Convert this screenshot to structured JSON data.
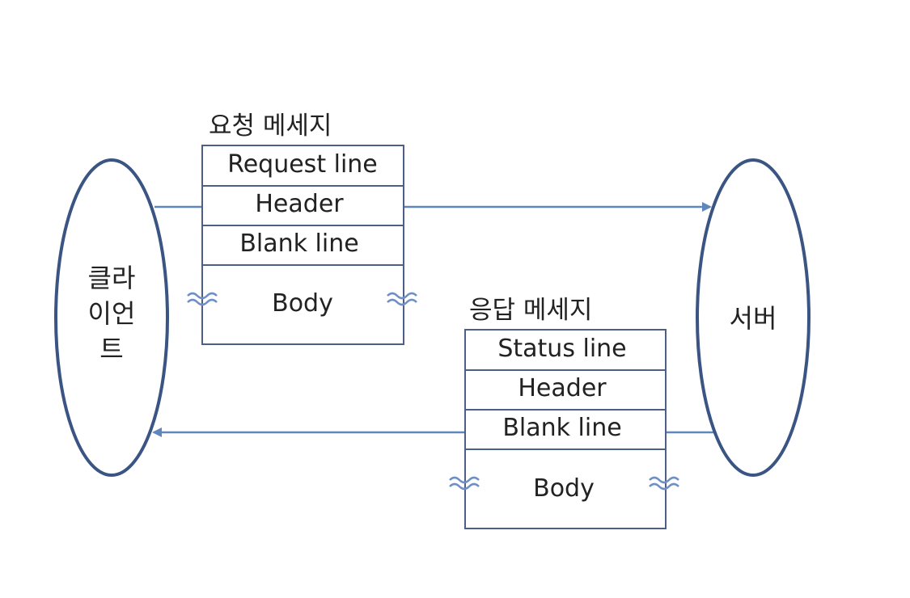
{
  "client": {
    "label_lines": [
      "클라",
      "이언",
      "트"
    ]
  },
  "server": {
    "label": "서버"
  },
  "request": {
    "title": "요청 메세지",
    "rows": [
      "Request line",
      "Header",
      "Blank line",
      "Body"
    ]
  },
  "response": {
    "title": "응답 메세지",
    "rows": [
      "Status line",
      "Header",
      "Blank line",
      "Body"
    ]
  },
  "colors": {
    "ellipse_stroke": "#3a5583",
    "arrow": "#5f87bd",
    "box_stroke": "#4c5f87",
    "wave": "#6f8fc4"
  }
}
